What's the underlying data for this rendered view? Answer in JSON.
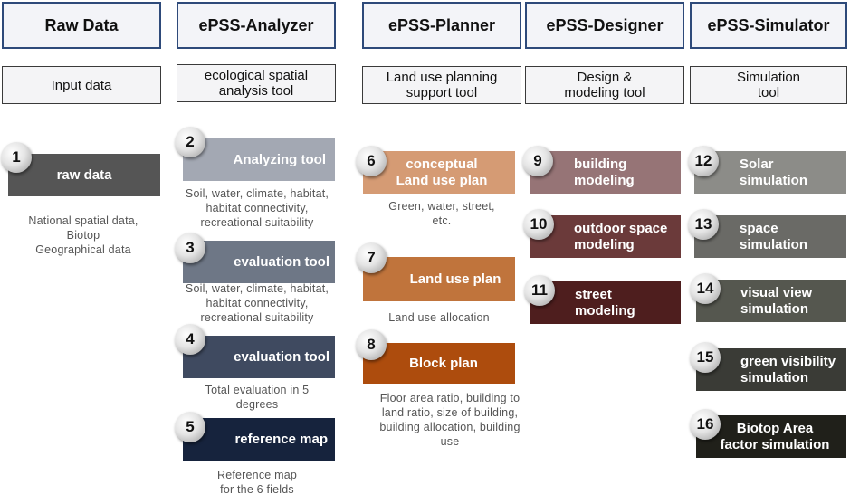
{
  "headers": {
    "raw": "Raw Data",
    "analyzer": "ePSS-Analyzer",
    "planner": "ePSS-Planner",
    "designer": "ePSS-Designer",
    "simulator": "ePSS-Simulator"
  },
  "subheaders": {
    "raw": "Input data",
    "analyzer": "ecological spatial\nanalysis tool",
    "planner": "Land use planning\nsupport tool",
    "designer": "Design &\nmodeling tool",
    "simulator": "Simulation\ntool"
  },
  "steps": {
    "s1": {
      "number": "1",
      "label": "raw data",
      "note": "National spatial data,\nBiotop\nGeographical data"
    },
    "s2": {
      "number": "2",
      "label": "Analyzing tool",
      "note": "Soil, water, climate, habitat,\nhabitat connectivity,\nrecreational suitability"
    },
    "s3": {
      "number": "3",
      "label": "evaluation tool",
      "note": "Soil, water, climate, habitat,\nhabitat connectivity,\nrecreational suitability"
    },
    "s4": {
      "number": "4",
      "label": "evaluation tool",
      "note": "Total evaluation in 5\ndegrees"
    },
    "s5": {
      "number": "5",
      "label": "reference map",
      "note": "Reference map\nfor the 6 fields"
    },
    "s6": {
      "number": "6",
      "label": "conceptual\nLand use plan",
      "note": "Green, water, street,\netc."
    },
    "s7": {
      "number": "7",
      "label": "Land use plan",
      "note": "Land use allocation"
    },
    "s8": {
      "number": "8",
      "label": "Block plan",
      "note": "Floor area ratio, building to\nland ratio, size of building,\nbuilding allocation, building\nuse"
    },
    "s9": {
      "number": "9",
      "label": "building\nmodeling"
    },
    "s10": {
      "number": "10",
      "label": "outdoor space\nmodeling"
    },
    "s11": {
      "number": "11",
      "label": "street\nmodeling"
    },
    "s12": {
      "number": "12",
      "label": "Solar\nsimulation"
    },
    "s13": {
      "number": "13",
      "label": "space\nsimulation"
    },
    "s14": {
      "number": "14",
      "label": "visual view\nsimulation"
    },
    "s15": {
      "number": "15",
      "label": "green visibility\nsimulation"
    },
    "s16": {
      "number": "16",
      "label": "Biotop Area\nfactor simulation"
    }
  },
  "colors": {
    "header_border": "#2e4a7a",
    "s1": "#555555",
    "s2": "#a3a8b3",
    "s3": "#6e7786",
    "s4": "#3f4a60",
    "s5": "#16233d",
    "s6": "#d59b74",
    "s7": "#c0743c",
    "s8": "#ad4c0d",
    "s9": "#967476",
    "s10": "#6b3a3a",
    "s11": "#4e1e1e",
    "s12": "#8c8c88",
    "s13": "#6a6a66",
    "s14": "#55574f",
    "s15": "#3a3b36",
    "s16": "#20201a"
  }
}
